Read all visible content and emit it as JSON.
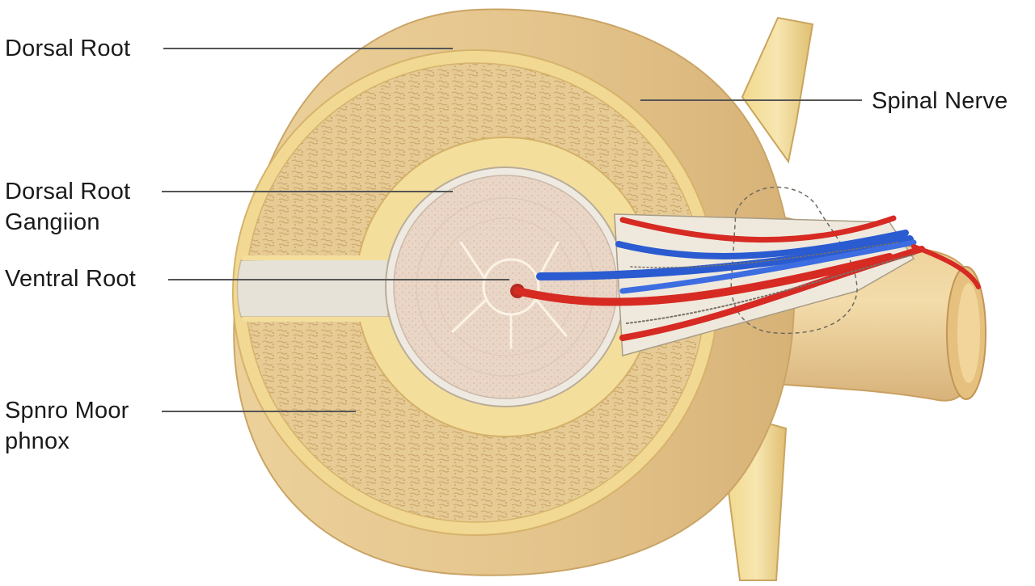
{
  "labels": {
    "dorsal_root": "Dorsal Root",
    "dorsal_root_ganglion": {
      "line1": "Dorsal Root",
      "line2": "Gangiion"
    },
    "ventral_root": "Ventral Root",
    "spnro_moor": {
      "line1": "Spnro Moor",
      "line2": "phnox"
    },
    "spinal_nerve": "Spinal Nerve"
  },
  "colors": {
    "outer_tan": "#e3c38a",
    "inner_tan": "#edd6a6",
    "rim": "#f3dd9a",
    "cord": "#e9d3c3",
    "nerve_red": "#d62a23",
    "nerve_blue": "#2a5bd0",
    "leader": "#555555"
  },
  "icons": {
    "leader_lines": "thin-gray-lines"
  }
}
